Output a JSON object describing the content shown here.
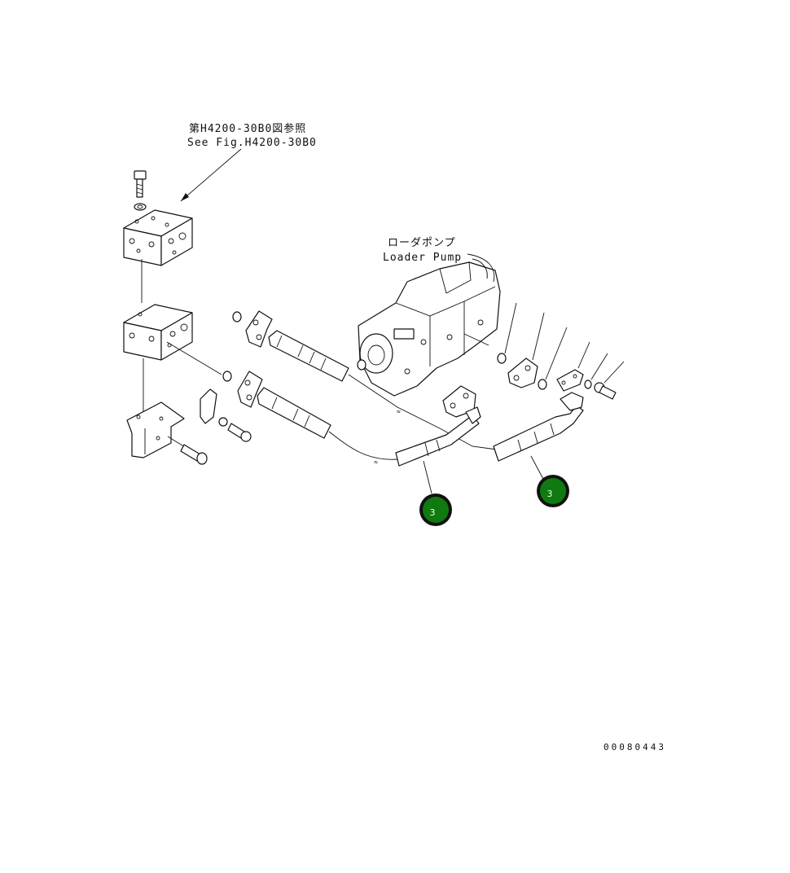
{
  "labels": {
    "ref_jp": "第H4200-30B0図参照",
    "ref_en": "See Fig.H4200-30B0",
    "pump_jp": "ローダポンプ",
    "pump_en": "Loader Pump",
    "drawing_code": "00080443"
  },
  "callouts": [
    {
      "number": "3"
    },
    {
      "number": "3"
    }
  ],
  "colors": {
    "callout_fill": "#0f7a0f",
    "callout_ring": "#111111",
    "line": "#111111",
    "background": "#ffffff"
  }
}
